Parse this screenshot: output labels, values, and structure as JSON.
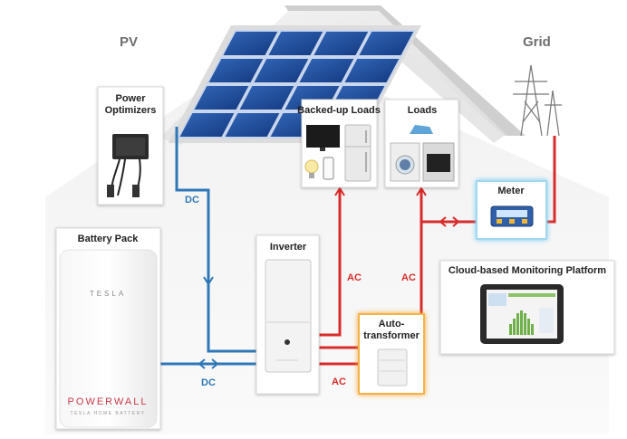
{
  "labels": {
    "pv": "PV",
    "grid": "Grid",
    "power_optimizers": [
      "Power",
      "Optimizers"
    ],
    "backed_up_loads": "Backed-up Loads",
    "loads": "Loads",
    "meter": "Meter",
    "battery_pack": "Battery Pack",
    "inverter": "Inverter",
    "autotransformer": [
      "Auto-",
      "transformer"
    ],
    "cloud_platform": "Cloud-based Monitoring Platform",
    "dc_top": "DC",
    "dc_bottom": "DC",
    "ac_left": "AC",
    "ac_right": "AC",
    "ac_bottom": "AC",
    "tesla": "TESLA",
    "powerwall": "POWERWALL",
    "powerwall_sub": "TESLA HOME BATTERY"
  },
  "colors": {
    "dc_line": "#2f78b8",
    "ac_line": "#d92b2b",
    "meter_glow": "#9fd8f0",
    "autotransformer_glow": "#f4b24a",
    "powerwall_red": "#c93a4a"
  }
}
